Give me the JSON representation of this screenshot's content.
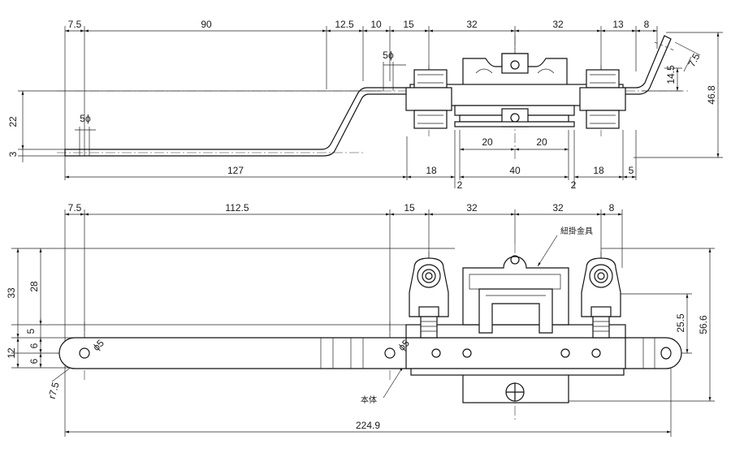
{
  "top_view": {
    "dims_top": [
      "7.5",
      "90",
      "12.5",
      "10",
      "15",
      "32",
      "32",
      "13",
      "8"
    ],
    "dims_bottom": [
      "127",
      "18",
      "40",
      "18",
      "5"
    ],
    "gap_labels": [
      "2",
      "2"
    ],
    "inner_half": [
      "20",
      "20"
    ],
    "pin_dia": "5ϕ",
    "left_vertical": [
      "22",
      "3"
    ],
    "right_vertical": [
      "14.5",
      "7.5",
      "46.8"
    ]
  },
  "front_view": {
    "dims_top": [
      "7.5",
      "112.5",
      "15",
      "32",
      "32",
      "8"
    ],
    "left_vertical": [
      "33",
      "28",
      "5",
      "12",
      "6",
      "6"
    ],
    "right_vertical": [
      "25.5",
      "56.6"
    ],
    "overall": "224.9",
    "hole_left": "ϕ5",
    "hole_mid": "ϕ5",
    "radius": "r7.5",
    "label_hook": "紐掛金具",
    "label_body": "本体"
  }
}
